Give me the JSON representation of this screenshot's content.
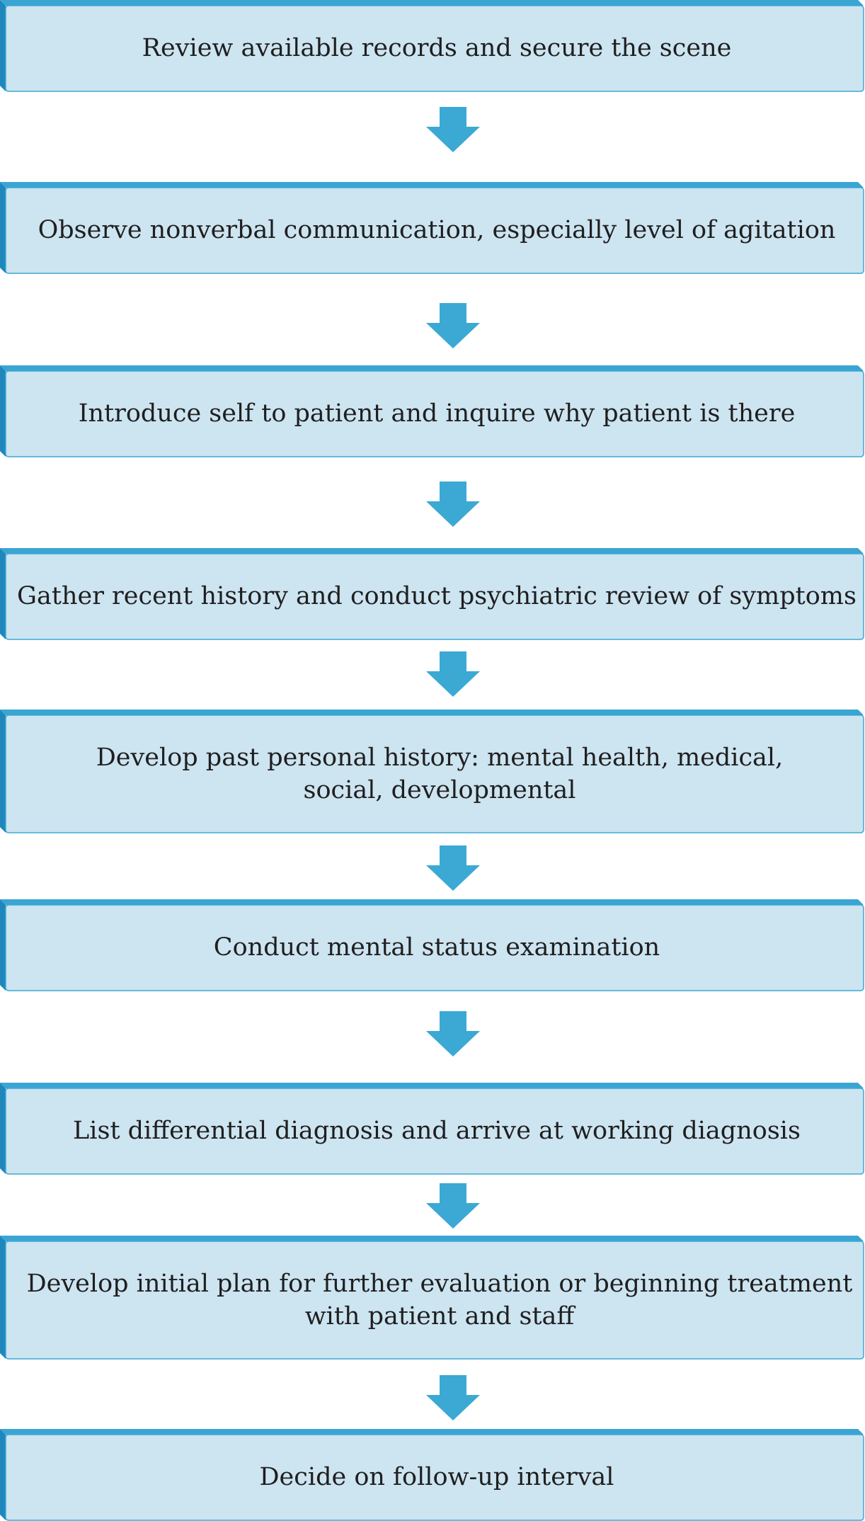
{
  "colors": {
    "box_fill": "#cde4f1",
    "box_border": "#3ba9d3",
    "box_top_edge": "#3aa5d2",
    "box_left_edge": "#1f87bc",
    "arrow": "#3ba9d3",
    "text": "#1f1f1f"
  },
  "steps": [
    {
      "text": "Review available records and secure the scene"
    },
    {
      "text": "Observe  nonverbal communication, especially level of agitation"
    },
    {
      "text": "Introduce self to patient and inquire why patient is there"
    },
    {
      "text": "Gather recent history and conduct psychiatric review of symptoms"
    },
    {
      "text": "Develop past personal history: mental health, medical, social, developmental"
    },
    {
      "text": "Conduct mental status examination"
    },
    {
      "text": "List differential diagnosis and arrive at working diagnosis"
    },
    {
      "text": "Develop initial plan for further evaluation or beginning treatment with patient and staff"
    },
    {
      "text": "Decide on follow-up interval"
    }
  ]
}
